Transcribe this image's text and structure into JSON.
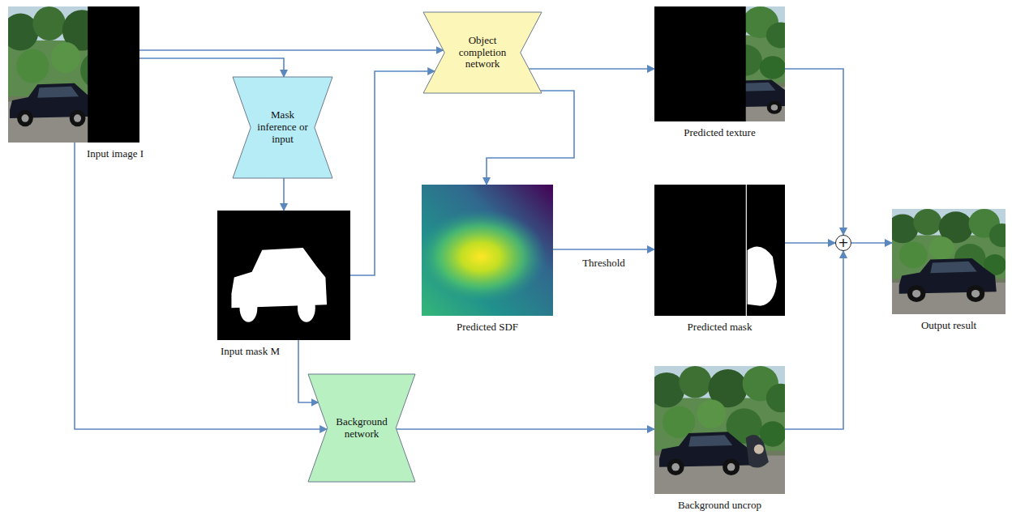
{
  "diagram": {
    "nodes": [
      {
        "text": [
          "Input image I"
        ]
      },
      {
        "text": [
          "Mask inference or input"
        ]
      },
      {
        "text": [
          "Input mask M"
        ]
      },
      {
        "text": [
          "Object completion network"
        ]
      },
      {
        "text": [
          "Predicted texture"
        ]
      },
      {
        "text": [
          "Predicted SDF"
        ]
      },
      {
        "text": [
          "Predicted mask"
        ]
      },
      {
        "text": [
          "Background network"
        ]
      },
      {
        "text": [
          "Background uncrop"
        ]
      },
      {
        "text": [
          "+"
        ]
      },
      {
        "text": [
          "Output result"
        ]
      }
    ],
    "edges": [
      {
        "from": 0,
        "to": 3,
        "arrow": "to"
      },
      {
        "from": 0,
        "to": 1,
        "arrow": "to"
      },
      {
        "from": 1,
        "to": 2,
        "arrow": "to"
      },
      {
        "from": 2,
        "to": 3,
        "arrow": "to"
      },
      {
        "from": 0,
        "to": 7,
        "arrow": "to"
      },
      {
        "from": 2,
        "to": 7,
        "arrow": "to"
      },
      {
        "from": 3,
        "to": 4,
        "arrow": "to"
      },
      {
        "from": 3,
        "to": 5,
        "arrow": "to"
      },
      {
        "from": 5,
        "to": 6,
        "label": "Threshold",
        "arrow": "to"
      },
      {
        "from": 4,
        "to": 9,
        "arrow": "to"
      },
      {
        "from": 6,
        "to": 9,
        "arrow": "to"
      },
      {
        "from": 8,
        "to": 9,
        "arrow": "to"
      },
      {
        "from": 9,
        "to": 10,
        "arrow": "to"
      },
      {
        "from": 7,
        "to": 8,
        "arrow": "to"
      }
    ]
  }
}
